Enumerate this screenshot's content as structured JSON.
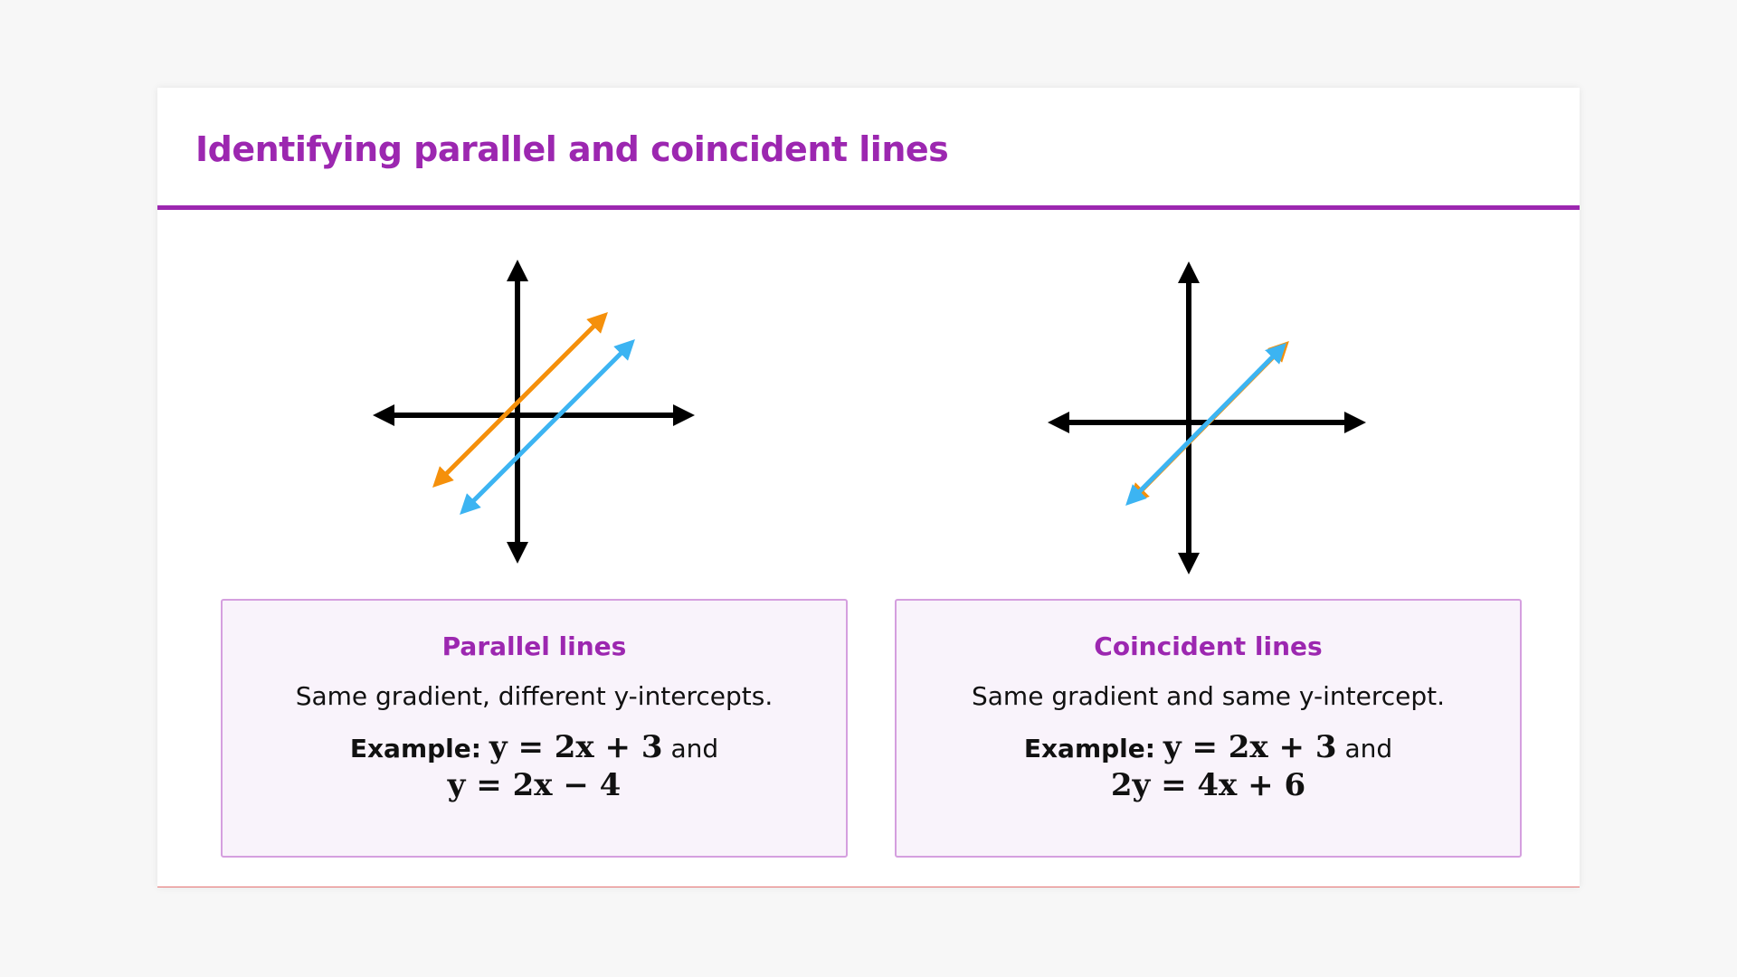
{
  "title": "Identifying parallel and coincident lines",
  "colors": {
    "accent": "#9c27b0",
    "orange_line": "#f5900b",
    "blue_line": "#3cb4f2",
    "axes": "#000000",
    "box_bg": "#f9f3fb",
    "box_border": "#d59fdf"
  },
  "icons": [
    "axis-arrow",
    "line-arrow"
  ],
  "panels": [
    {
      "title": "Parallel lines",
      "description": "Same gradient, different y-intercepts.",
      "example_label": "Example:",
      "equation_1": "y = 2x + 3",
      "connector": "and",
      "equation_2": "y = 2x − 4"
    },
    {
      "title": "Coincident lines",
      "description": "Same gradient and same y-intercept.",
      "example_label": "Example:",
      "equation_1": "y = 2x + 3",
      "connector": "and",
      "equation_2": "2y = 4x + 6"
    }
  ]
}
